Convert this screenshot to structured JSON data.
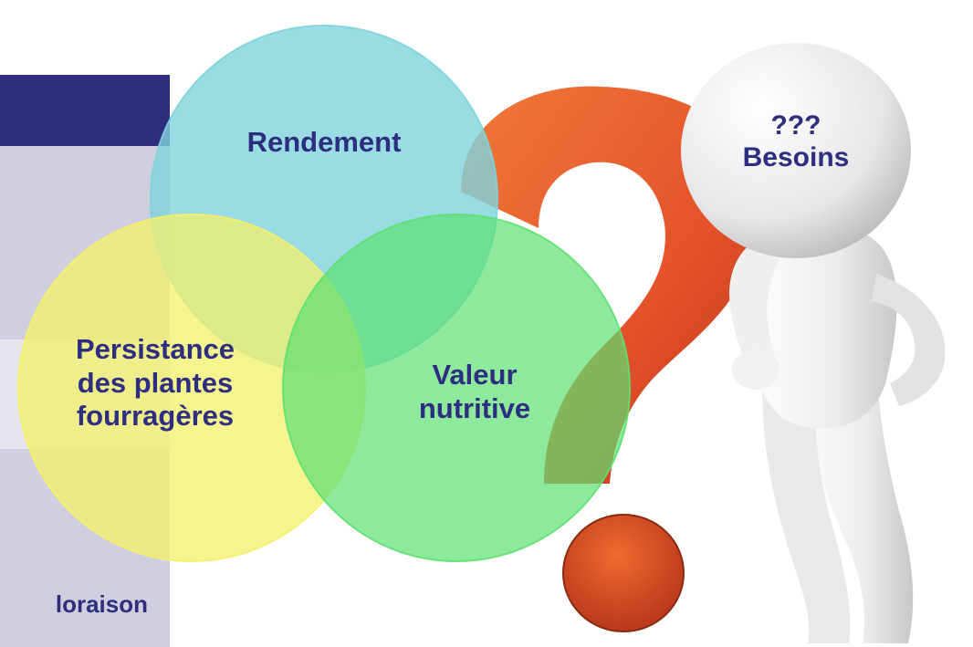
{
  "left_panel": {
    "partial_text": "loraison"
  },
  "venn": {
    "circles": [
      {
        "id": "rendement",
        "label_lines": [
          "Rendement"
        ],
        "color": "#7fd3dc"
      },
      {
        "id": "persistance",
        "label_lines": [
          "Persistance",
          "des plantes",
          "fourragères"
        ],
        "color": "#f3f06a"
      },
      {
        "id": "valeur",
        "label_lines": [
          "Valeur",
          "nutritive"
        ],
        "color": "#5de070"
      }
    ]
  },
  "figure": {
    "label_lines": [
      "???",
      "Besoins"
    ]
  },
  "colors": {
    "text": "#2e2e80",
    "question_mark": "#e8552a",
    "panel_dark": "#2f2d7e"
  }
}
